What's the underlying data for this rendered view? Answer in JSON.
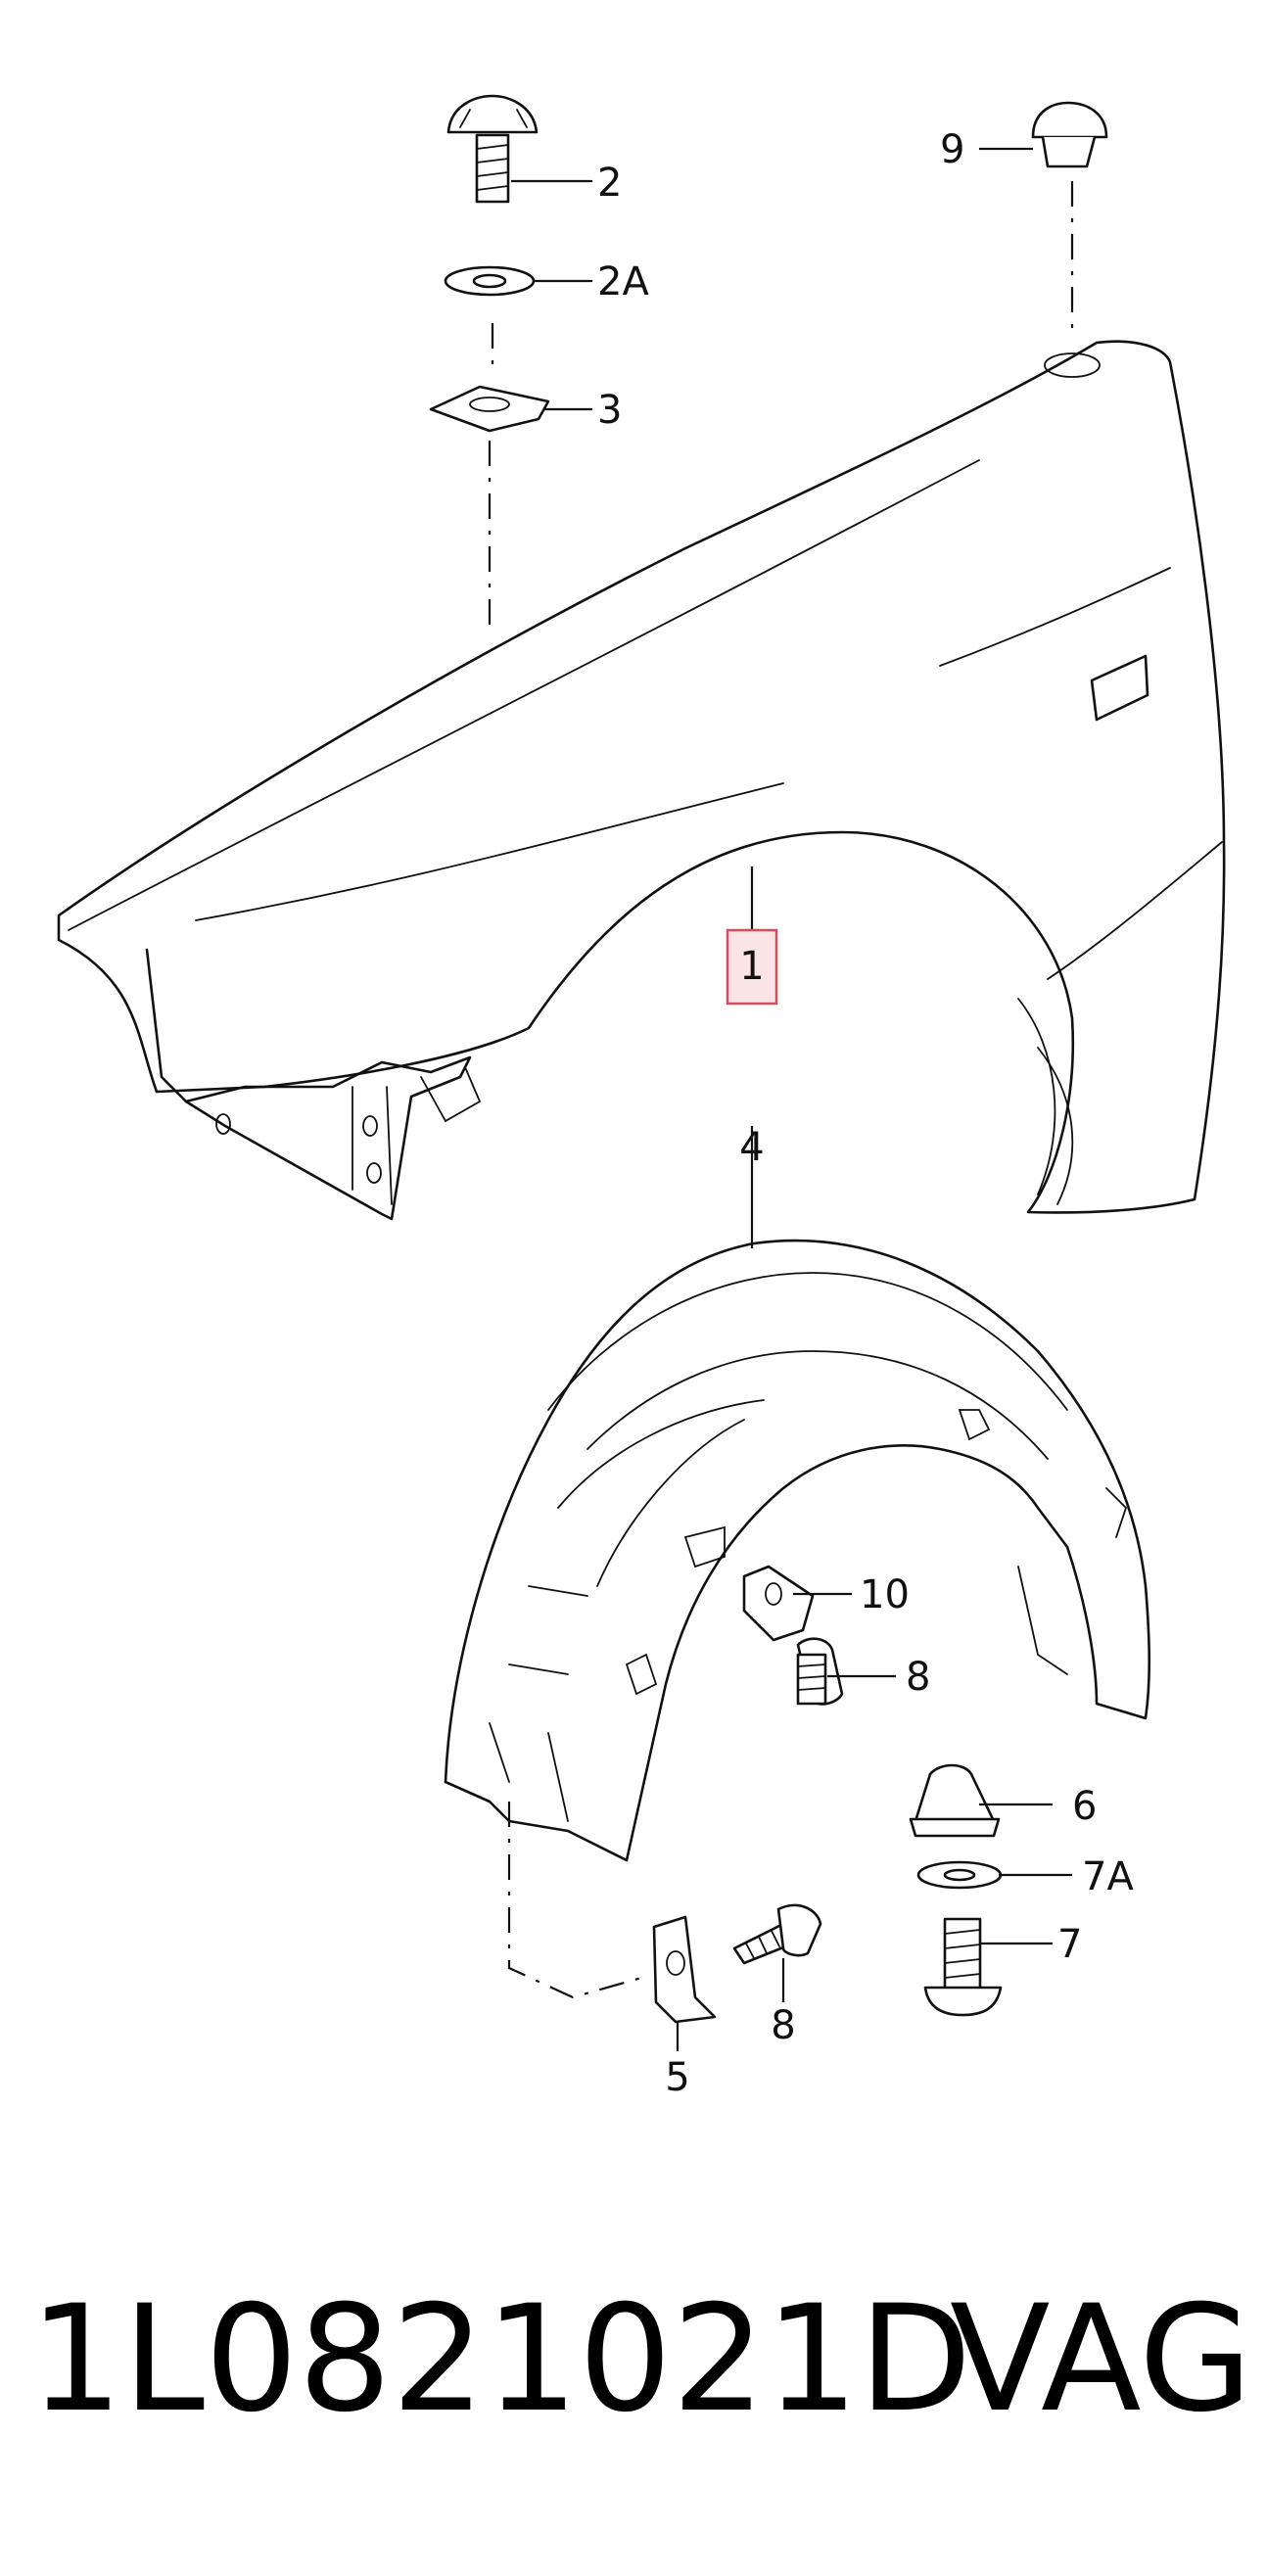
{
  "callouts": {
    "c1": "1",
    "c2": "2",
    "c2a": "2A",
    "c3": "3",
    "c4": "4",
    "c5": "5",
    "c6": "6",
    "c7": "7",
    "c7a": "7A",
    "c8a": "8",
    "c8b": "8",
    "c9": "9",
    "c10": "10"
  },
  "footer": {
    "part_number": "1L0821021D",
    "brand": "VAG"
  },
  "colors": {
    "highlight_fill": "#fbe4e6",
    "highlight_stroke": "#d84b5c",
    "line": "#111111"
  }
}
